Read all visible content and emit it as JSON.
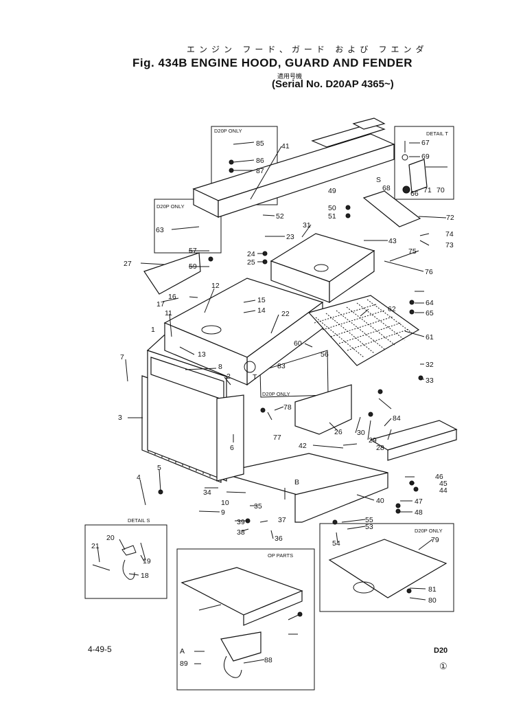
{
  "header": {
    "japanese_caption": "エンジン フード、ガード および フエンダ",
    "title": "Fig. 434B ENGINE HOOD, GUARD AND FENDER",
    "serial_caption_jp": "適用号機",
    "serial": "(Serial No. D20AP 4365~)"
  },
  "footer": {
    "page_ref": "4-49-5",
    "model": "D20",
    "circle_mark": "①"
  },
  "insets": {
    "d20p_only_top": "D20P ONLY",
    "d20p_only_left": "D20P ONLY",
    "d20p_only_mid": "D20P ONLY",
    "d20p_only_bottom_right": "D20P ONLY",
    "detail_t": "DETAIL T",
    "detail_s": "DETAIL S",
    "op_parts": "OP PARTS"
  },
  "part_labels": [
    "1",
    "2",
    "3",
    "4",
    "5",
    "6",
    "7",
    "8",
    "9",
    "10",
    "11",
    "12",
    "13",
    "14",
    "15",
    "16",
    "17",
    "18",
    "19",
    "20",
    "21",
    "22",
    "23",
    "24",
    "25",
    "26",
    "27",
    "28",
    "29",
    "30",
    "31",
    "32",
    "33",
    "34",
    "35",
    "36",
    "37",
    "38",
    "39",
    "40",
    "41",
    "42",
    "43",
    "44",
    "45",
    "46",
    "47",
    "48",
    "49",
    "50",
    "51",
    "52",
    "53",
    "54",
    "55",
    "56",
    "57",
    "59",
    "60",
    "61",
    "62",
    "63",
    "64",
    "65",
    "66",
    "67",
    "68",
    "69",
    "70",
    "71",
    "72",
    "73",
    "74",
    "75",
    "76",
    "77",
    "78",
    "79",
    "80",
    "81",
    "83",
    "84",
    "85",
    "86",
    "87",
    "88",
    "89",
    "A",
    "B",
    "S",
    "T"
  ]
}
